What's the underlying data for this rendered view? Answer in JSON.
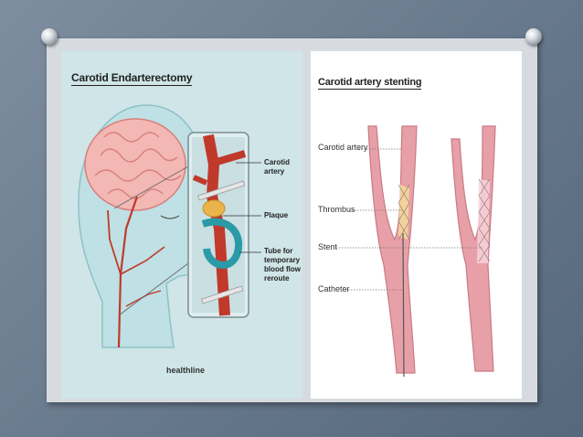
{
  "left_panel": {
    "title": "Carotid Endarterectomy",
    "labels": {
      "carotid_artery_line1": "Carotid",
      "carotid_artery_line2": "artery",
      "plaque": "Plaque",
      "tube_line1": "Tube for",
      "tube_line2": "temporary",
      "tube_line3": "blood flow",
      "tube_line4": "reroute"
    },
    "logo": "healthline"
  },
  "right_panel": {
    "title": "Carotid artery stenting",
    "labels": {
      "carotid_artery": "Carotid artery",
      "thrombus": "Thrombus",
      "stent": "Stent",
      "catheter": "Catheter"
    }
  },
  "colors": {
    "background": "#6b7d90",
    "left_panel_bg": "#cfe5e8",
    "artery": "#c0392b",
    "vessel_pink": "#e8a0a8",
    "plaque": "#e9b44c",
    "tube": "#2a9aa6"
  }
}
